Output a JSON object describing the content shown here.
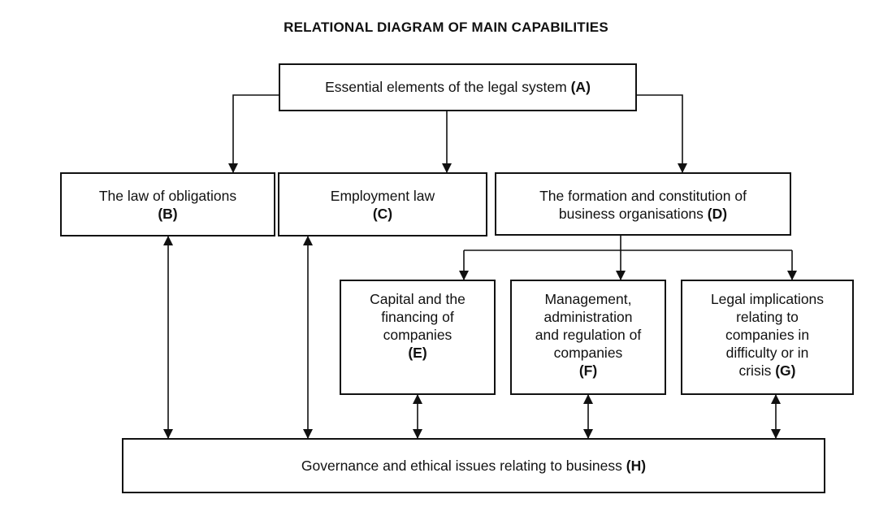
{
  "title": "RELATIONAL DIAGRAM OF MAIN CAPABILITIES",
  "nodes": {
    "A": {
      "text": "Essential elements of the legal system",
      "label": "(A)"
    },
    "B": {
      "line1": "The law of obligations",
      "label": "(B)"
    },
    "C": {
      "line1": "Employment law",
      "label": "(C)"
    },
    "D": {
      "line1": "The formation and constitution of",
      "line2": "business organisations",
      "label": "(D)"
    },
    "E": {
      "line1": "Capital and the",
      "line2": "financing of",
      "line3": "companies",
      "label": "(E)"
    },
    "F": {
      "line1": "Management,",
      "line2": "administration",
      "line3": "and regulation of",
      "line4": "companies",
      "label": "(F)"
    },
    "G": {
      "line1": "Legal implications",
      "line2": "relating to",
      "line3": "companies in",
      "line4": "difficulty or in",
      "line5": "crisis",
      "label": "(G)"
    },
    "H": {
      "text": "Governance and ethical issues relating to business",
      "label": "(H)"
    }
  },
  "edges": [
    {
      "from": "A",
      "to": "B",
      "type": "directed"
    },
    {
      "from": "A",
      "to": "C",
      "type": "directed"
    },
    {
      "from": "A",
      "to": "D",
      "type": "directed"
    },
    {
      "from": "D",
      "to": "E",
      "type": "directed"
    },
    {
      "from": "D",
      "to": "F",
      "type": "directed"
    },
    {
      "from": "D",
      "to": "G",
      "type": "directed"
    },
    {
      "from": "B",
      "to": "H",
      "type": "bidirectional"
    },
    {
      "from": "C",
      "to": "H",
      "type": "bidirectional"
    },
    {
      "from": "E",
      "to": "H",
      "type": "bidirectional"
    },
    {
      "from": "F",
      "to": "H",
      "type": "bidirectional"
    },
    {
      "from": "G",
      "to": "H",
      "type": "bidirectional"
    }
  ]
}
